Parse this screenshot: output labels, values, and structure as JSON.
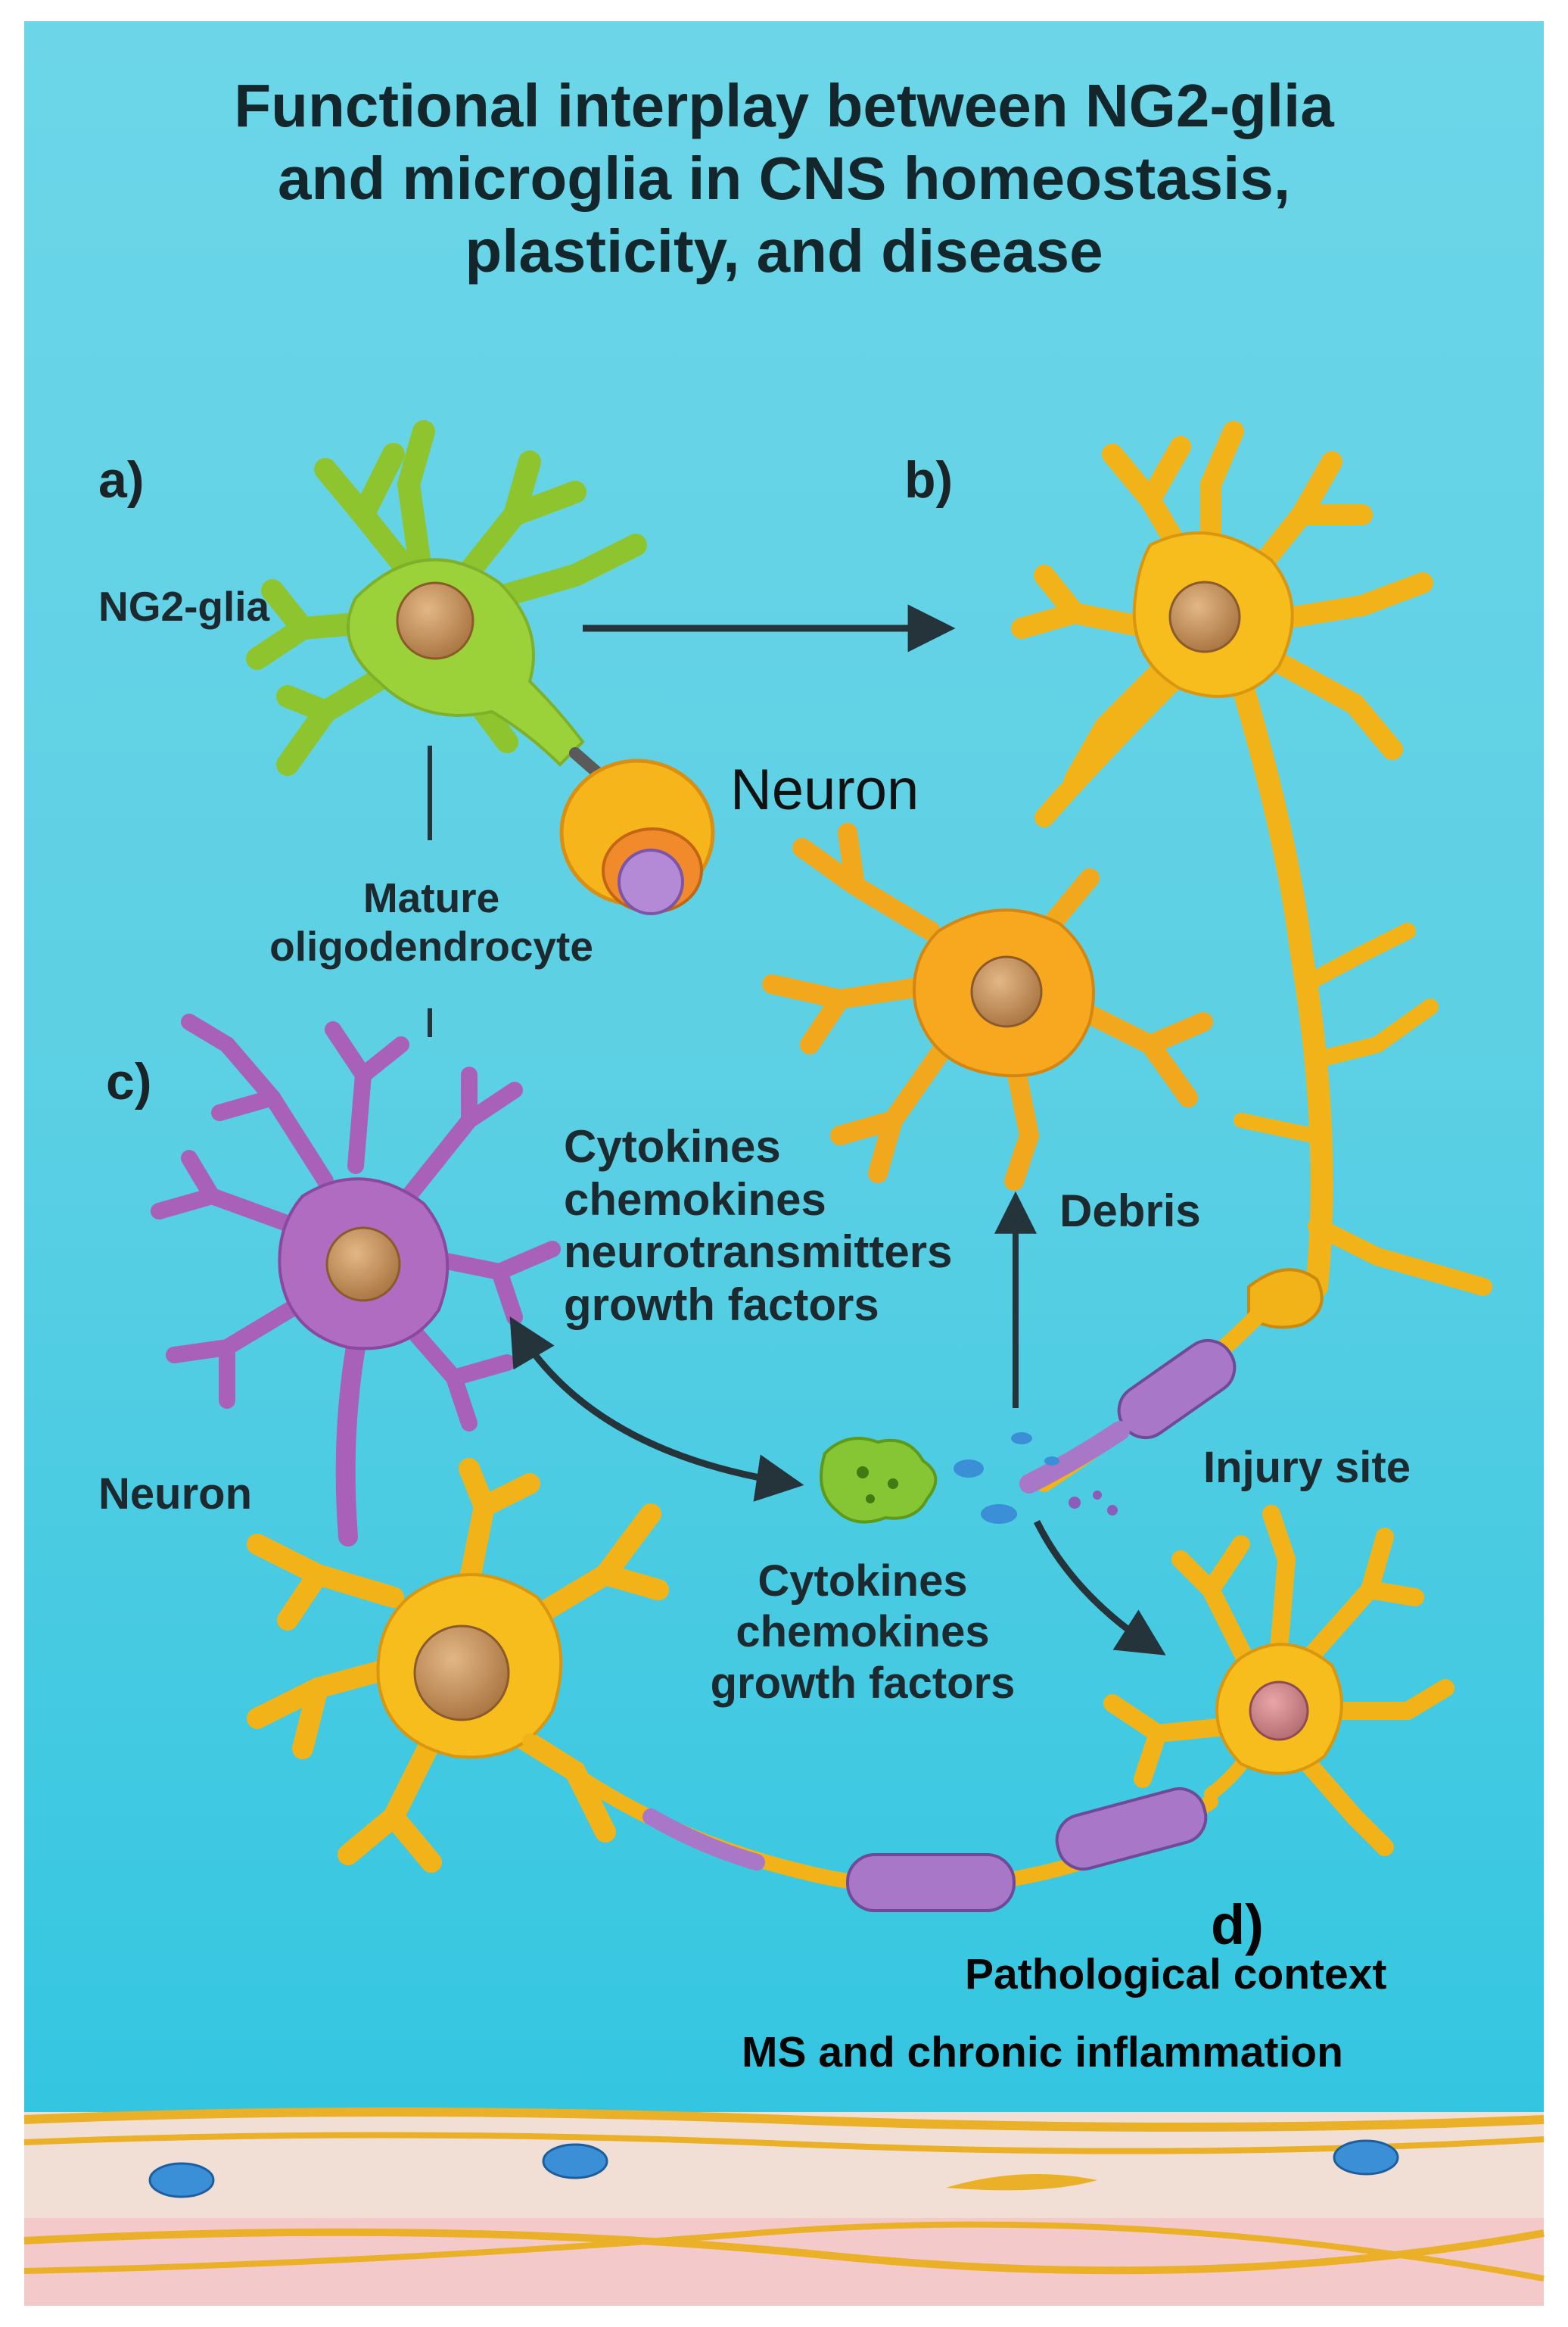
{
  "title_lines": [
    "Functional interplay between NG2-glia",
    "and microglia in CNS homeostasis,",
    "plasticity, and disease"
  ],
  "panels": {
    "a": "a)",
    "b": "b)",
    "c": "c)",
    "d": "d)"
  },
  "labels": {
    "ng2_glia": "NG2-glia",
    "neuron_top": "Neuron",
    "mature_lines": [
      "Mature",
      "oligodendrocyte"
    ],
    "signals_upper_lines": [
      "Cytokines",
      "chemokines",
      "neurotransmitters",
      "growth factors"
    ],
    "debris": "Debris",
    "neuron_left": "Neuron",
    "injury_site": "Injury site",
    "signals_lower_lines": [
      "Cytokines",
      "chemokines",
      "growth factors"
    ],
    "pathology_lines": [
      "Pathological context",
      "MS and chronic inflammation"
    ]
  },
  "colors": {
    "background_top": "#5fd3e6",
    "background_bottom": "#2dc5e0",
    "ng2_glia": "#9bd23a",
    "neuron": "#f6bd1d",
    "microglia": "#b06cc0",
    "myelin": "#a877c8",
    "nucleus": "#c7955e",
    "arrow": "#24343a",
    "vessel_wall": "#f1dfd6"
  }
}
